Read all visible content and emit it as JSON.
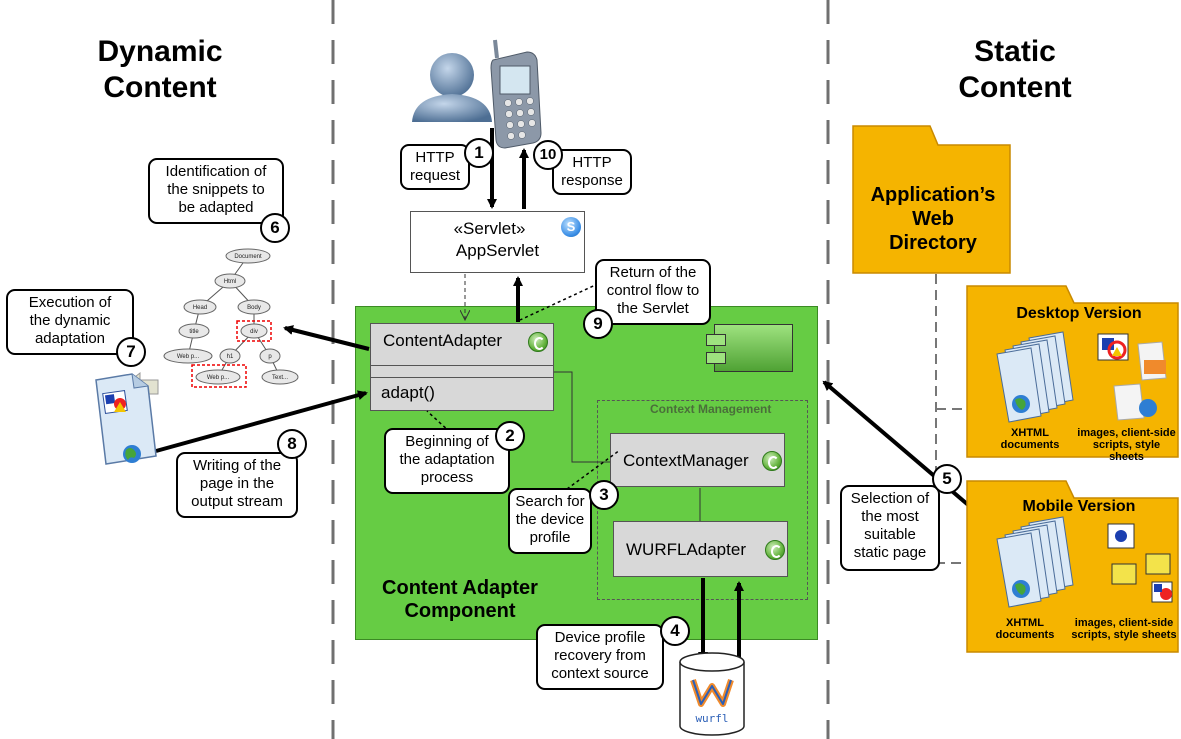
{
  "headings": {
    "dynamic": "Dynamic\nContent",
    "static": "Static\nContent"
  },
  "servlet": {
    "stereotype": "«Servlet»",
    "name": "AppServlet"
  },
  "component": {
    "title": "Content Adapter\nComponent",
    "content_adapter": "ContentAdapter",
    "method": "adapt()",
    "context_management": "Context Management",
    "context_manager": "ContextManager",
    "wurfl_adapter": "WURFLAdapter"
  },
  "folders": {
    "web_directory": "Application’s Web\nDirectory",
    "desktop": "Desktop Version",
    "mobile": "Mobile Version",
    "xhtml_documents": "XHTML\ndocuments",
    "resources": "images, client-side\nscripts, style sheets"
  },
  "database": {
    "logo_text": "wurfl"
  },
  "tree_nodes": [
    "Document",
    "Html",
    "Head",
    "Body",
    "title",
    "div",
    "h1",
    "p",
    "Web p...",
    "Web p...",
    "Text..."
  ],
  "steps": [
    {
      "num": "1",
      "text": "HTTP\nrequest"
    },
    {
      "num": "2",
      "text": "Beginning of\nthe adaptation\nprocess"
    },
    {
      "num": "3",
      "text": "Search for\nthe device\nprofile"
    },
    {
      "num": "4",
      "text": "Device profile\nrecovery from\ncontext source"
    },
    {
      "num": "5",
      "text": "Selection of\nthe most\nsuitable\nstatic page"
    },
    {
      "num": "6",
      "text": "Identification of\nthe snippets to\nbe adapted"
    },
    {
      "num": "7",
      "text": "Execution of\nthe dynamic\nadaptation"
    },
    {
      "num": "8",
      "text": "Writing of the\npage in the\noutput stream"
    },
    {
      "num": "9",
      "text": "Return of the\ncontrol flow to\nthe Servlet"
    },
    {
      "num": "10",
      "text": "HTTP\nresponse"
    }
  ],
  "colors": {
    "component": "#66cc44",
    "folder": "#f5b400",
    "class_box": "#d8d8d8"
  }
}
